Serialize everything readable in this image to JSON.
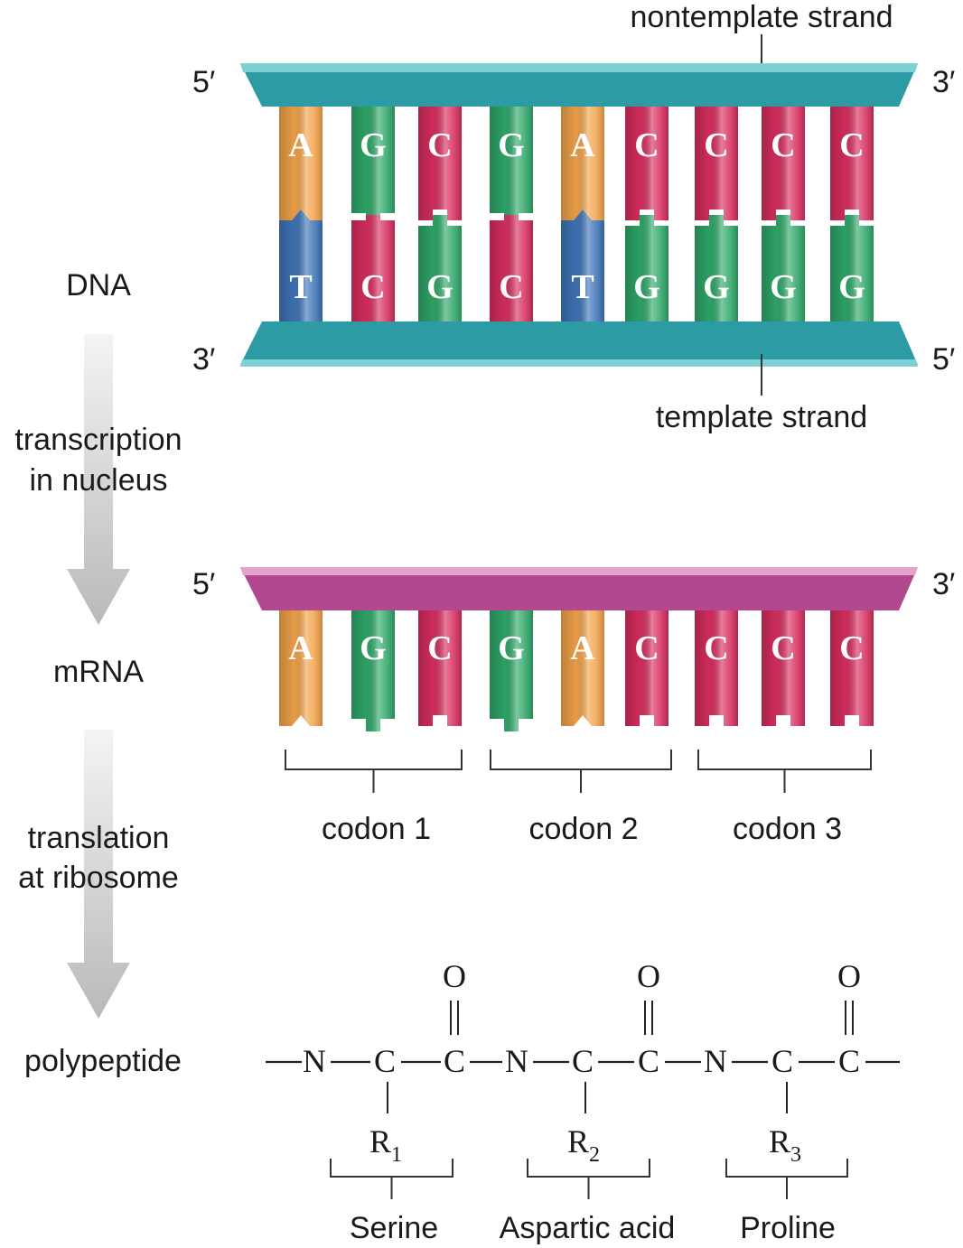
{
  "colors": {
    "A": "#F3A34A",
    "G": "#2FA869",
    "C": "#D82E5E",
    "T": "#3F74B8",
    "dna_backbone": "#3AAFB5",
    "mrna_backbone": "#C0509A",
    "arrow": "#BEBEBE"
  },
  "stages": {
    "dna": "DNA",
    "transcription_1": "transcription",
    "transcription_2": "in nucleus",
    "mrna": "mRNA",
    "translation_1": "translation",
    "translation_2": "at ribosome",
    "polypeptide": "polypeptide"
  },
  "dna": {
    "nontemplate_label": "nontemplate strand",
    "template_label": "template strand",
    "top_left_end": "5′",
    "top_right_end": "3′",
    "bottom_left_end": "3′",
    "bottom_right_end": "5′",
    "nontemplate_bases": [
      "A",
      "G",
      "C",
      "G",
      "A",
      "C",
      "C",
      "C",
      "C"
    ],
    "template_bases": [
      "T",
      "C",
      "G",
      "C",
      "T",
      "G",
      "G",
      "G",
      "G"
    ]
  },
  "mrna": {
    "left_end": "5′",
    "right_end": "3′",
    "bases": [
      "A",
      "G",
      "C",
      "G",
      "A",
      "C",
      "C",
      "C",
      "C"
    ],
    "codons": [
      "codon 1",
      "codon 2",
      "codon 3"
    ]
  },
  "polypeptide": {
    "bond": "—",
    "chain": [
      "N",
      "C",
      "C",
      "N",
      "C",
      "C",
      "N",
      "C",
      "C"
    ],
    "carbonyl": "O",
    "residues": [
      {
        "r": "R",
        "sub": "1",
        "name": "Serine"
      },
      {
        "r": "R",
        "sub": "2",
        "name": "Aspartic acid"
      },
      {
        "r": "R",
        "sub": "3",
        "name": "Proline"
      }
    ]
  }
}
